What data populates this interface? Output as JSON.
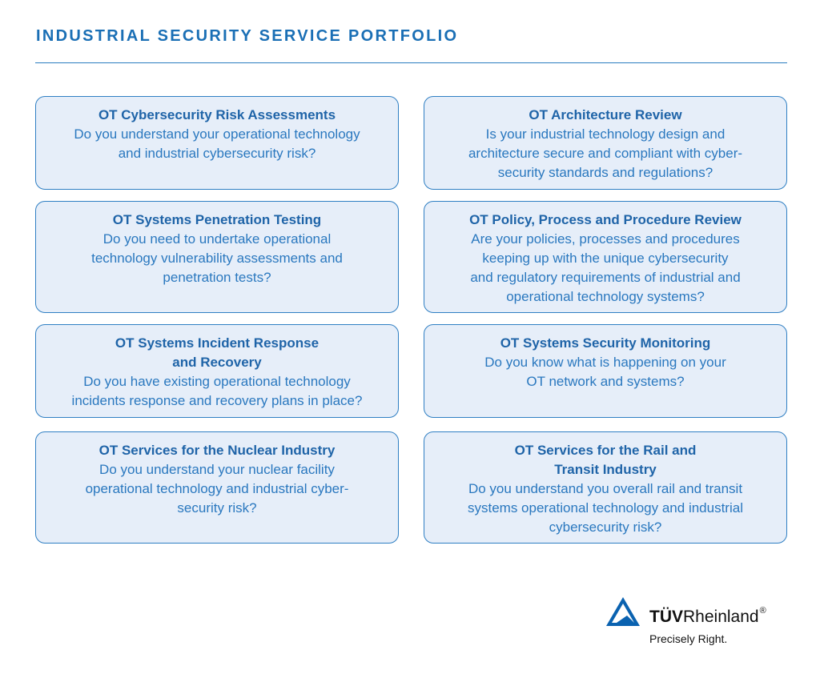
{
  "header": {
    "title": "INDUSTRIAL SECURITY SERVICE PORTFOLIO"
  },
  "cards": [
    {
      "title": "OT Cybersecurity Risk Assessments",
      "body": "Do you understand your operational technology\nand industrial cybersecurity risk?"
    },
    {
      "title": "OT Architecture Review",
      "body": "Is your industrial technology design and\narchitecture secure and compliant with cyber-\nsecurity standards and regulations?"
    },
    {
      "title": "OT Systems Penetration Testing",
      "body": "Do you need to undertake operational\ntechnology vulnerability assessments and\npenetration tests?"
    },
    {
      "title": "OT Policy, Process and Procedure Review",
      "body": "Are your policies, processes and procedures\nkeeping up with the unique cybersecurity\nand regulatory requirements of industrial and\noperational technology systems?"
    },
    {
      "title": "OT Systems Incident Response\nand Recovery",
      "body": "Do you have existing operational technology\nincidents response and recovery plans in place?"
    },
    {
      "title": "OT Systems Security Monitoring",
      "body": "Do you know what is happening on your\nOT network and systems?"
    },
    {
      "title": "OT Services for the Nuclear Industry",
      "body": "Do you understand your nuclear facility\noperational technology and industrial cyber-\nsecurity risk?"
    },
    {
      "title": "OT Services for the Rail and\nTransit Industry",
      "body": "Do you understand you overall rail and transit\nsystems operational technology and industrial\ncybersecurity risk?"
    }
  ],
  "brand": {
    "name_strong": "TÜV",
    "name_rest": "Rheinland",
    "registered": "®",
    "tagline": "Precisely Right.",
    "icon": "tuv-triangle-logo-icon",
    "color": "#0a62b0"
  },
  "colors": {
    "accent": "#1a6fb5",
    "card_background": "#e6eef9",
    "card_border": "#2f7fc3"
  }
}
